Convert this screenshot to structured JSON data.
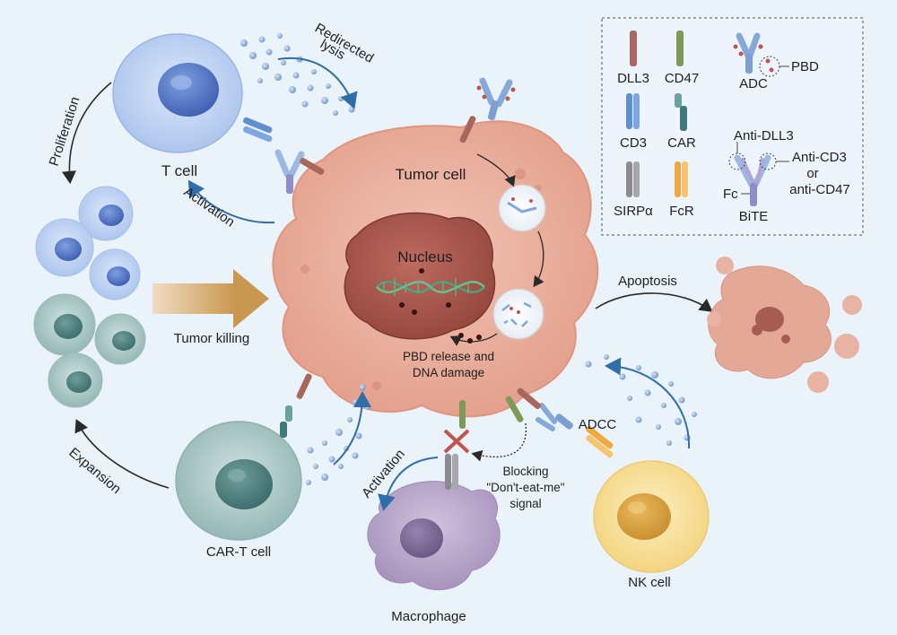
{
  "labels": {
    "redirected_lysis_1": "Redirected",
    "redirected_lysis_2": "lysis",
    "proliferation": "Proliferation",
    "t_cell": "T cell",
    "activation_top": "Activation",
    "tumor_cell": "Tumor cell",
    "nucleus": "Nucleus",
    "tumor_killing": "Tumor killing",
    "pbd_release_1": "PBD release and",
    "pbd_release_2": "DNA damage",
    "apoptosis": "Apoptosis",
    "adcc": "ADCC",
    "activation_bottom": "Activation",
    "blocking_1": "Blocking",
    "blocking_2": "\"Don't-eat-me\"",
    "blocking_3": "signal",
    "expansion": "Expansion",
    "car_t_cell": "CAR-T cell",
    "macrophage": "Macrophage",
    "nk_cell": "NK cell"
  },
  "legend": {
    "dll3": "DLL3",
    "cd47": "CD47",
    "adc": "ADC",
    "pbd": "PBD",
    "cd3": "CD3",
    "car": "CAR",
    "anti_dll3": "Anti-DLL3",
    "anti_cd3": "Anti-CD3",
    "or": "or",
    "anti_cd47": "anti-CD47",
    "sirpa": "SIRPα",
    "fcr": "FcR",
    "fc": "Fc",
    "bite": "BiTE"
  },
  "colors": {
    "background": "#e9f2fa",
    "tumor": "#e8a996",
    "nucleus": "#a9584f",
    "t_cell": "#b5cdf0",
    "car_t": "#9ebfbe",
    "nk": "#f7dd8c",
    "macrophage": "#b6a3c8",
    "arrow_blue": "#2f6ea8",
    "tumor_killing_arrow": "#c9974f"
  }
}
